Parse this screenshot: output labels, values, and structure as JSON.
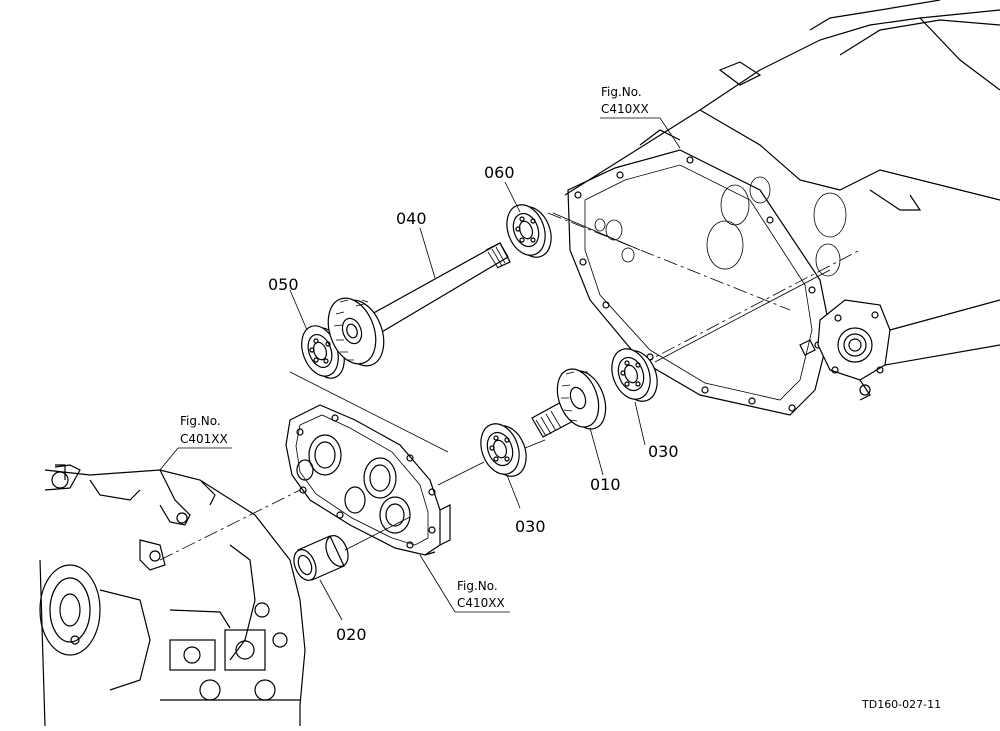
{
  "diagram": {
    "part_labels": {
      "p060": "060",
      "p040": "040",
      "p050": "050",
      "p030a": "030",
      "p010": "010",
      "p030b": "030",
      "p020": "020"
    },
    "fig_refs": {
      "top_right": {
        "label": "Fig.No.",
        "code": "C410XX"
      },
      "left": {
        "label": "Fig.No.",
        "code": "C401XX"
      },
      "middle": {
        "label": "Fig.No.",
        "code": "C410XX"
      }
    },
    "drawing_code": "TD160-027-11"
  }
}
